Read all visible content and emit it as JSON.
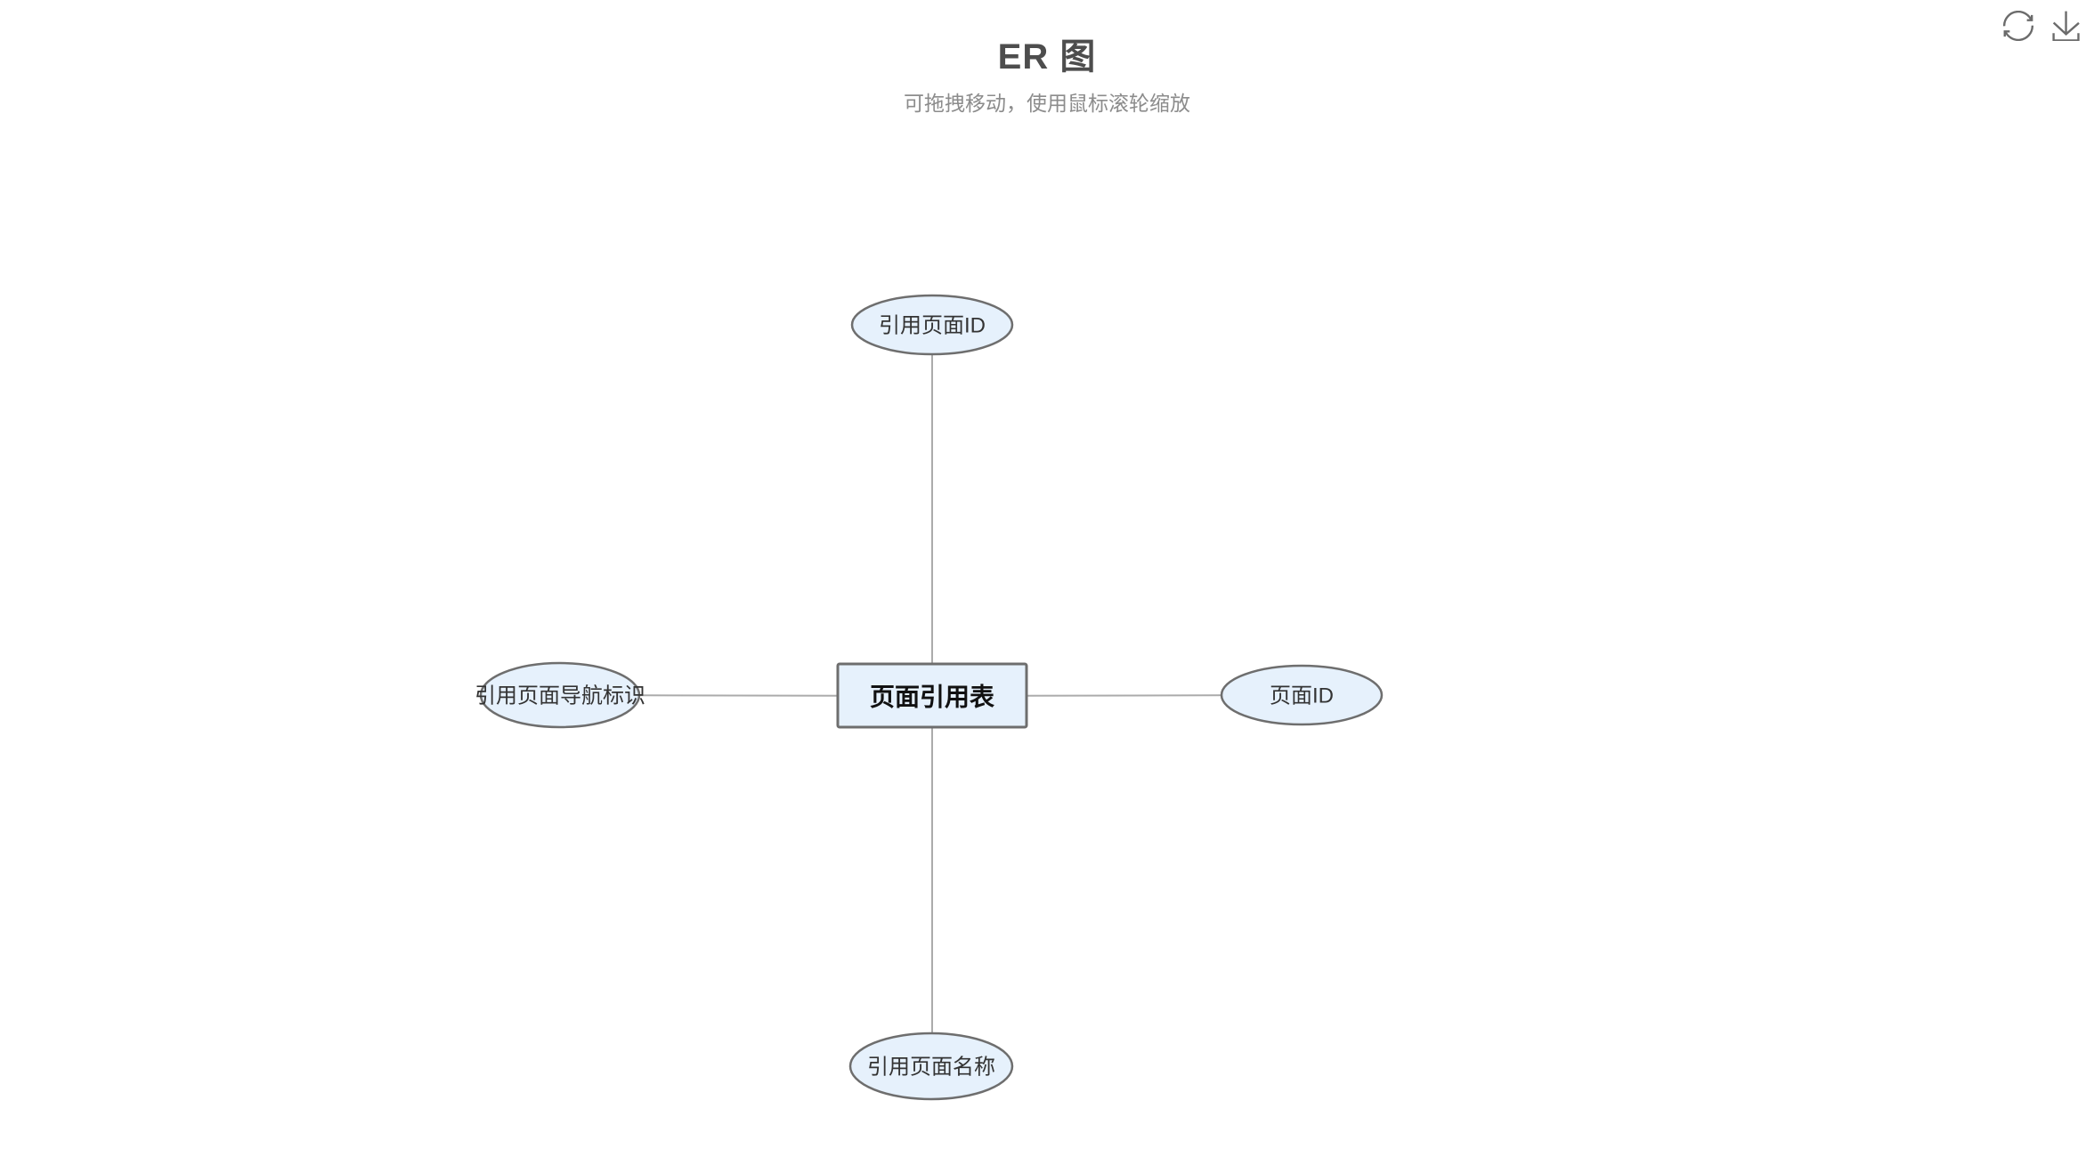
{
  "header": {
    "title": "ER 图",
    "subtitle": "可拖拽移动，使用鼠标滚轮缩放"
  },
  "toolbox": {
    "restore": {
      "icon": "refresh-icon"
    },
    "download": {
      "icon": "download-icon"
    }
  },
  "diagram": {
    "type": "er-graph",
    "entity": {
      "label": "页面引用表"
    },
    "attributes": {
      "top": {
        "label": "引用页面ID"
      },
      "right": {
        "label": "页面ID"
      },
      "bottom": {
        "label": "引用页面名称"
      },
      "left": {
        "label": "引用页面导航标识"
      }
    },
    "edges": [
      {
        "from": "页面引用表",
        "to": "引用页面ID"
      },
      {
        "from": "页面引用表",
        "to": "页面ID"
      },
      {
        "from": "页面引用表",
        "to": "引用页面名称"
      },
      {
        "from": "页面引用表",
        "to": "引用页面导航标识"
      }
    ],
    "colors": {
      "background": "#ffffff",
      "node_fill": "#e6f1fc",
      "node_stroke": "#6e6e6e",
      "edge_stroke": "#ababab",
      "entity_text": "#111111",
      "attribute_text": "#333333",
      "title_text": "#4d4d4d",
      "subtitle_text": "#8c8c8c",
      "toolbox_icon": "#6b6b6b"
    }
  }
}
